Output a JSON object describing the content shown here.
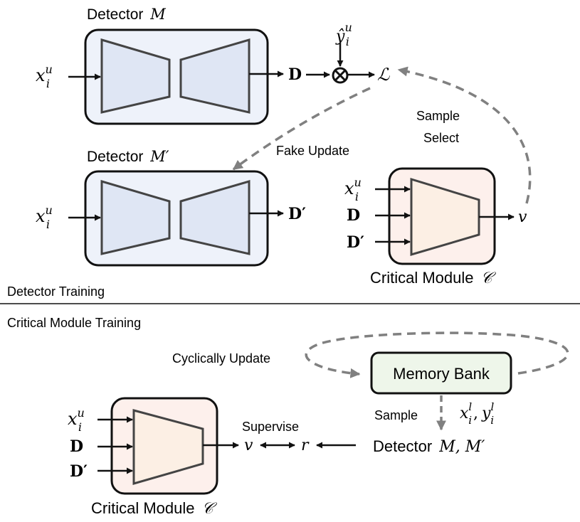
{
  "top": {
    "detector_m": {
      "title": "Detector",
      "symbol": "M"
    },
    "detector_m_prime": {
      "title": "Detector",
      "symbol": "M′"
    },
    "input_x": "x",
    "input_sup": "u",
    "input_sub": "i",
    "output_d": "D",
    "output_d_prime": "D′",
    "y_hat": "ŷ",
    "y_sup": "u",
    "y_sub": "i",
    "loss": "ℒ",
    "fake_update": "Fake Update",
    "sample": "Sample",
    "select": "Select",
    "critical_inputs": {
      "x": "x",
      "sup": "u",
      "sub": "i",
      "d": "D",
      "d_prime": "D′"
    },
    "critical_output": "v",
    "critical_module": {
      "title": "Critical Module",
      "symbol": "𝒞"
    },
    "section_label": "Detector Training"
  },
  "bottom": {
    "section_label": "Critical Module Training",
    "cyclically_update": "Cyclically Update",
    "memory_bank": "Memory Bank",
    "sample": "Sample",
    "xl": "x",
    "xl_sup": "l",
    "xl_sub": "i",
    "comma": ",",
    "yl": "y",
    "yl_sup": "l",
    "yl_sub": "i",
    "detector_pair": {
      "title": "Detector",
      "symbols": "M, M′"
    },
    "supervise": "Supervise",
    "v": "v",
    "r": "r",
    "critical_inputs": {
      "x": "x",
      "sup": "u",
      "sub": "i",
      "d": "D",
      "d_prime": "D′"
    },
    "critical_module": {
      "title": "Critical Module",
      "symbol": "𝒞"
    }
  },
  "colors": {
    "detector_fill": "#eef2fa",
    "critical_fill": "#fdf0ec",
    "trapezoid_fill": "#fcefe4",
    "memory_fill": "#eef6ea",
    "stroke": "#111111",
    "shape_stroke": "#444444",
    "dashed": "#808080"
  }
}
